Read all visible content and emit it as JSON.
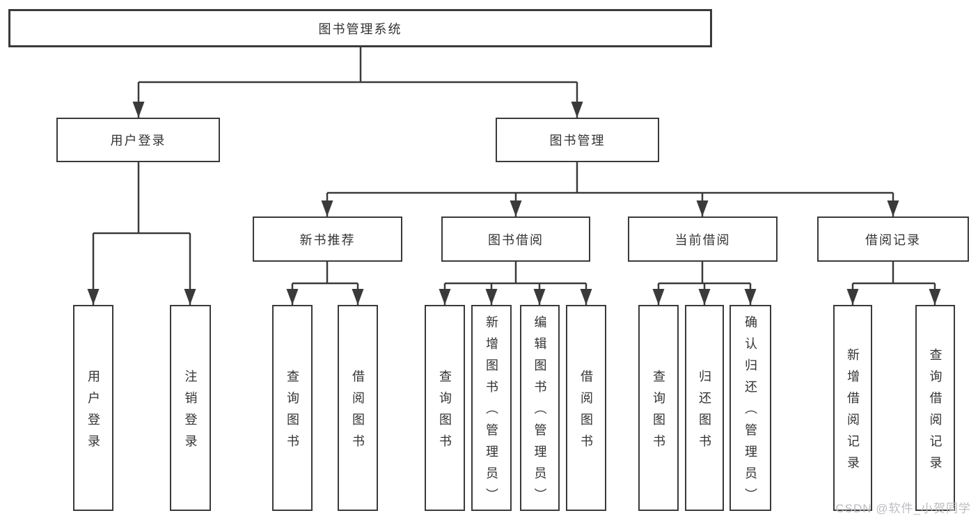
{
  "diagram": {
    "root": "图书管理系统",
    "level2": {
      "user_login": "用户登录",
      "book_management": "图书管理"
    },
    "level3": {
      "new_books": "新书推荐",
      "borrowing": "图书借阅",
      "current": "当前借阅",
      "records": "借阅记录"
    },
    "level4": {
      "user_login": [
        "用户登录",
        "注销登录"
      ],
      "new_books": [
        "查询图书",
        "借阅图书"
      ],
      "borrowing": [
        "查询图书",
        "新增图书（管理员）",
        "编辑图书（管理员）",
        "借阅图书"
      ],
      "current": [
        "查询图书",
        "归还图书",
        "确认归还（管理员）"
      ],
      "records": [
        "新增借阅记录",
        "查询借阅记录"
      ]
    }
  },
  "watermark": {
    "text": "CSDN @软件_小贺同学"
  },
  "colors": {
    "line": "#3a3a3a",
    "text": "#333333",
    "background": "#ffffff",
    "watermark": "#bdbdc1"
  }
}
